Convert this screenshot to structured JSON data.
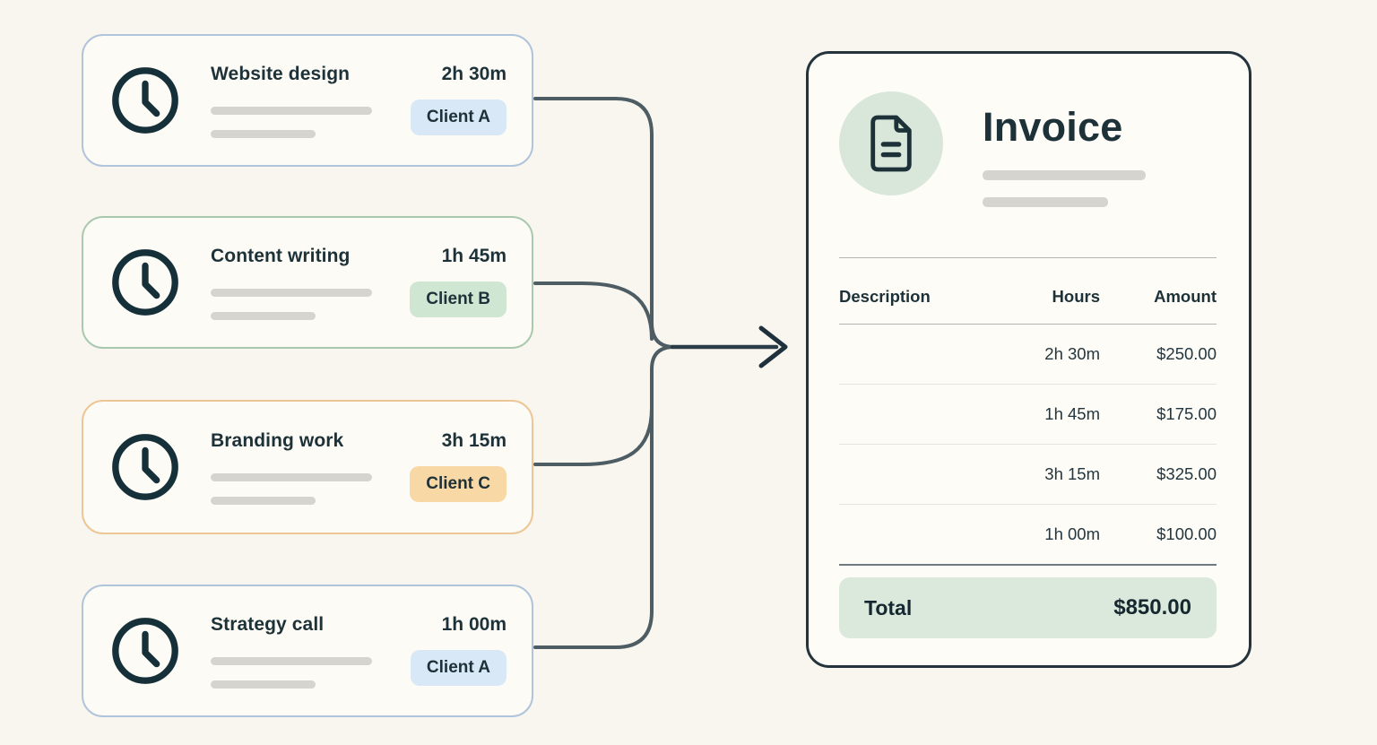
{
  "tasks": [
    {
      "title": "Website design",
      "duration": "2h 30m",
      "client": "Client A"
    },
    {
      "title": "Content writing",
      "duration": "1h 45m",
      "client": "Client B"
    },
    {
      "title": "Branding work",
      "duration": "3h 15m",
      "client": "Client C"
    },
    {
      "title": "Strategy call",
      "duration": "1h 00m",
      "client": "Client A"
    }
  ],
  "invoice": {
    "title": "Invoice",
    "table": {
      "headers": [
        "Description",
        "Hours",
        "Amount"
      ],
      "rows": [
        {
          "hours": "2h 30m",
          "amount": "$250.00"
        },
        {
          "hours": "1h 45m",
          "amount": "$175.00"
        },
        {
          "hours": "3h 15m",
          "amount": "$325.00"
        },
        {
          "hours": "1h 00m",
          "amount": "$100.00"
        }
      ],
      "total_label": "Total",
      "total_amount": "$850.00"
    }
  },
  "icons": {
    "clock": "clock-icon",
    "document": "invoice-document-icon",
    "arrow": "merge-arrow-icon"
  },
  "colors": {
    "page_background": "#f9f6ef",
    "card_background": "#fdfbf5",
    "text_dark": "#1d3138",
    "client_a_border": "#b0c4db",
    "client_a_badge": "#d9e8f6",
    "client_b_border": "#a9c9ae",
    "client_b_badge": "#cfe6d3",
    "client_c_border": "#ecc795",
    "client_c_badge": "#f8d8a4",
    "connector_line": "#4e5c64",
    "arrow_dark": "#1e313c",
    "invoice_border": "#24333c",
    "invoice_icon_circle": "#d8e7da",
    "total_row_background": "#dbe9dd",
    "placeholder_gray": "#d6d4cf"
  }
}
